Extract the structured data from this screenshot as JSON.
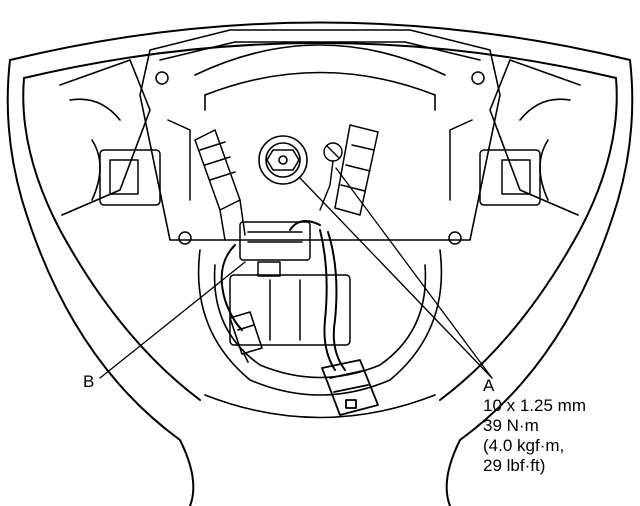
{
  "callouts": {
    "a": {
      "letter": "A",
      "spec_lines": [
        "10 x 1.25 mm",
        "39 N·m",
        "(4.0 kgf·m,",
        "29 lbf·ft)"
      ]
    },
    "b": {
      "letter": "B"
    }
  },
  "colors": {
    "ink": "#000000",
    "paper": "#ffffff"
  }
}
